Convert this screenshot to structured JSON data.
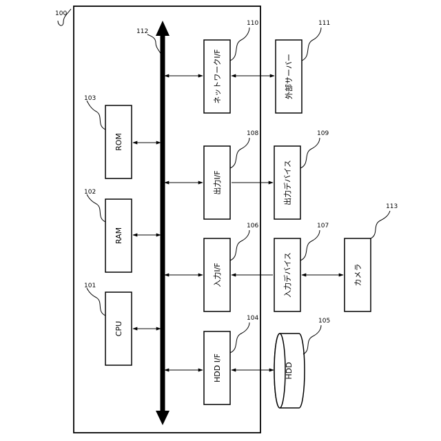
{
  "system": {
    "ref": "100"
  },
  "bus": {
    "ref": "112"
  },
  "blocks": {
    "cpu": {
      "label": "CPU",
      "ref": "101"
    },
    "ram": {
      "label": "RAM",
      "ref": "102"
    },
    "rom": {
      "label": "ROM",
      "ref": "103"
    },
    "hdd_if": {
      "label": "HDD I/F",
      "ref": "104"
    },
    "hdd": {
      "label": "HDD",
      "ref": "105"
    },
    "input_if": {
      "label": "入力I/F",
      "ref": "106"
    },
    "input_device": {
      "label": "入力デバイス",
      "ref": "107"
    },
    "output_if": {
      "label": "出力I/F",
      "ref": "108"
    },
    "output_device": {
      "label": "出力デバイス",
      "ref": "109"
    },
    "network_if": {
      "label": "ネットワークI/F",
      "ref": "110"
    },
    "external_server": {
      "label": "外部サーバー",
      "ref": "111"
    },
    "camera": {
      "label": "カメラ",
      "ref": "113"
    }
  }
}
